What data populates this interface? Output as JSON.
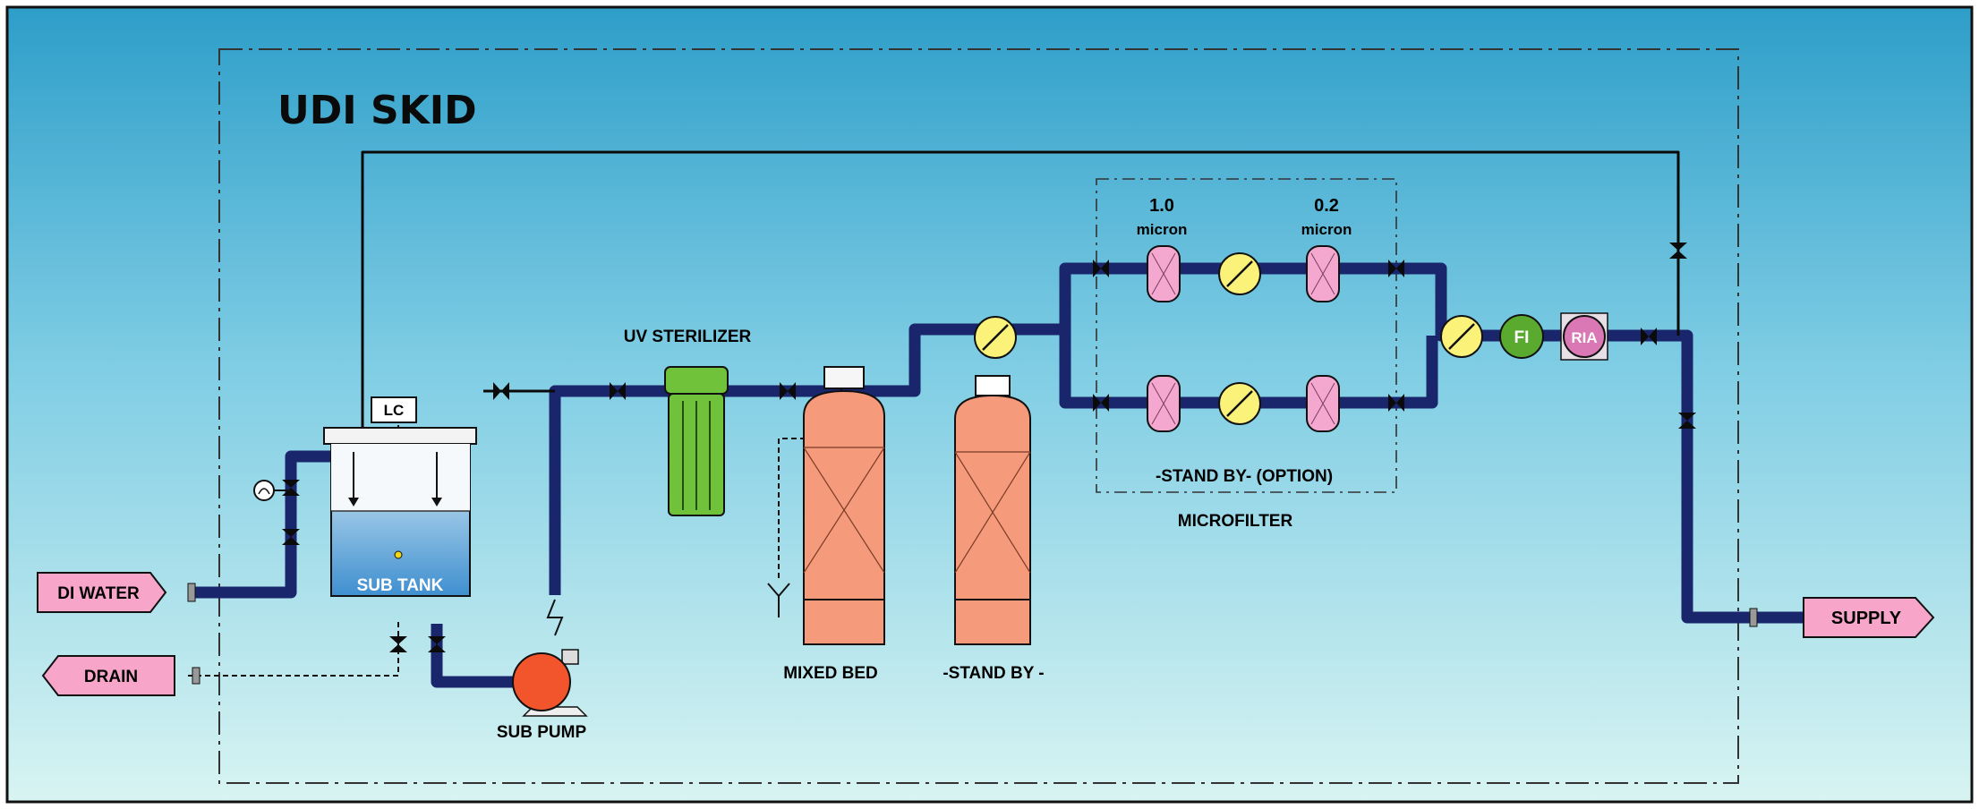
{
  "title": "UDI SKID",
  "labels": {
    "lc": "LC",
    "sub_tank": "SUB TANK",
    "sub_pump": "SUB PUMP",
    "uv_sterilizer": "UV STERILIZER",
    "mixed_bed": "MIXED BED",
    "stand_by": "-STAND BY -",
    "filter_1_size": "1.0",
    "filter_1_unit": "micron",
    "filter_2_size": "0.2",
    "filter_2_unit": "micron",
    "standby_option": "-STAND BY-  (OPTION)",
    "microfilter": "MICROFILTER",
    "fi": "FI",
    "ria": "RIA"
  },
  "connectors": {
    "di_water": "DI WATER",
    "drain": "DRAIN",
    "supply": "SUPPLY"
  },
  "colors": {
    "background_top": "#2e9ec9",
    "background_bottom": "#d8f4f2",
    "pipe": "#1f2f8c",
    "tag_fill": "#f7a6c9",
    "filter_fill": "#f4a8cf",
    "gauge_fill": "#fbf27a",
    "fi_fill": "#5aaa2f",
    "ria_fill": "#d978b4",
    "vessel_fill": "#f59a7a",
    "uv_fill": "#6fc23a",
    "pump_fill": "#f2542c"
  }
}
